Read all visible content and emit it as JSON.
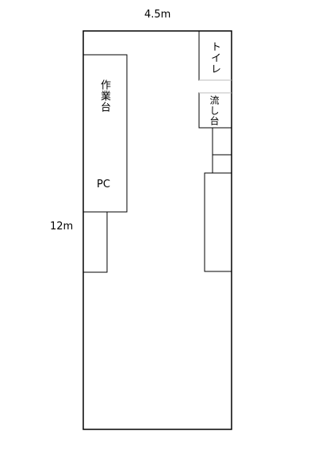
{
  "dimensions": {
    "width_label": "4.5m",
    "length_label": "12m"
  },
  "fixtures": {
    "workbench": "作業台",
    "pc": "PC",
    "toilet": "トイレ",
    "sink": "流し台"
  }
}
